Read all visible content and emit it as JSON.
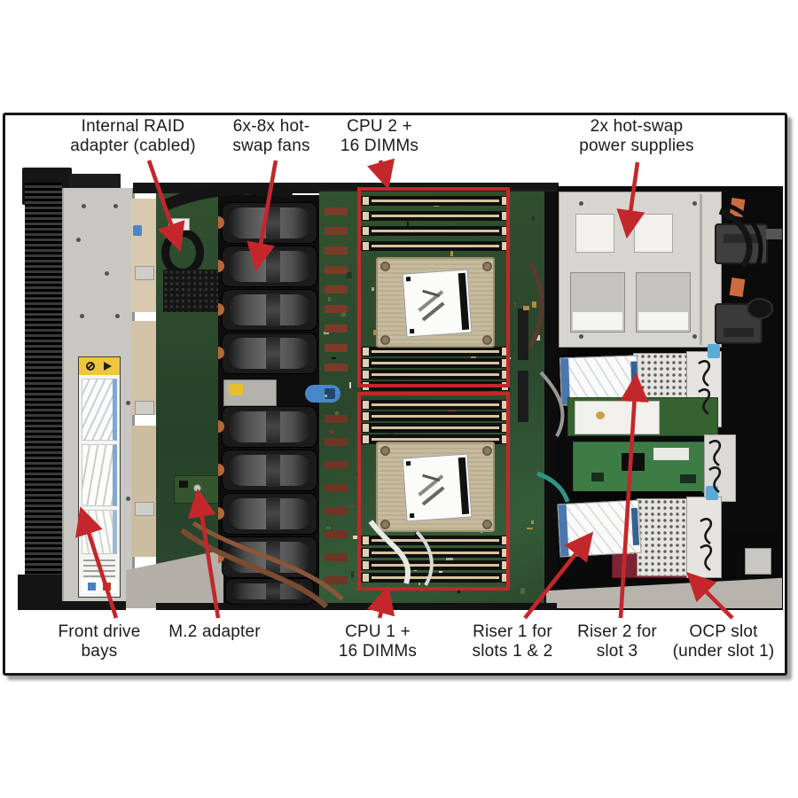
{
  "colors": {
    "accent_red": "#c4272b",
    "frame_border": "#161616",
    "motherboard_green": "#2f4f33",
    "heatsink_tan": "#c7bb9e",
    "psu_cage_grey": "#d7d5d0"
  },
  "callouts": {
    "top": [
      {
        "name": "internal-raid-adapter",
        "line1": "Internal RAID",
        "line2": "adapter (cabled)"
      },
      {
        "name": "hot-swap-fans",
        "line1": "6x-8x hot-",
        "line2": "swap fans"
      },
      {
        "name": "cpu2-dimms",
        "line1": "CPU 2 +",
        "line2": "16 DIMMs"
      },
      {
        "name": "power-supplies",
        "line1": "2x hot-swap",
        "line2": "power supplies"
      }
    ],
    "bottom": [
      {
        "name": "front-drive-bays",
        "line1": "Front drive",
        "line2": "bays"
      },
      {
        "name": "m2-adapter",
        "line1": "M.2 adapter",
        "line2": ""
      },
      {
        "name": "cpu1-dimms",
        "line1": "CPU 1 +",
        "line2": "16 DIMMs"
      },
      {
        "name": "riser-1",
        "line1": "Riser 1 for",
        "line2": "slots 1 & 2"
      },
      {
        "name": "riser-2",
        "line1": "Riser 2 for",
        "line2": "slot 3"
      },
      {
        "name": "ocp-slot",
        "line1": "OCP slot",
        "line2": "(under slot 1)"
      }
    ]
  },
  "photo": {
    "fan_count": 8,
    "dimm_slot_groups": 4,
    "dimm_slots_per_group": 4,
    "cpu_count": 2,
    "psu_count": 2,
    "riser_count": 2
  }
}
